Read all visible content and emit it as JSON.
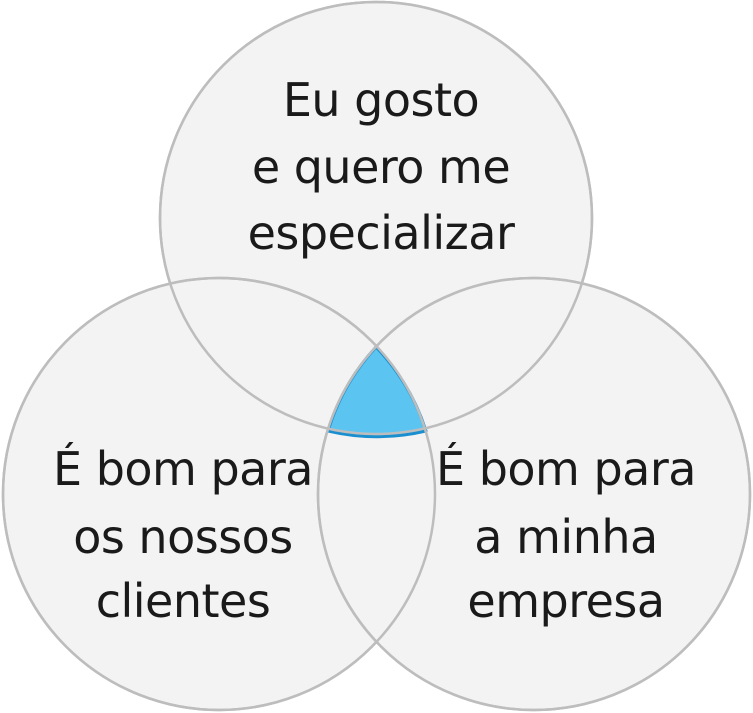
{
  "diagram": {
    "colors": {
      "circle_fill": "#f3f3f3",
      "circle_stroke": "#bdbdbd",
      "intersection_fill": "#5bc4f1",
      "intersection_stroke": "#1a8fd0",
      "text": "#1a1a1a"
    },
    "sets": {
      "top": {
        "lines": [
          "Eu gosto",
          "e quero me",
          "especializar"
        ]
      },
      "left": {
        "lines": [
          "É bom para",
          "os nossos",
          "clientes"
        ]
      },
      "right": {
        "lines": [
          "É bom para",
          "a minha",
          "empresa"
        ]
      }
    }
  }
}
